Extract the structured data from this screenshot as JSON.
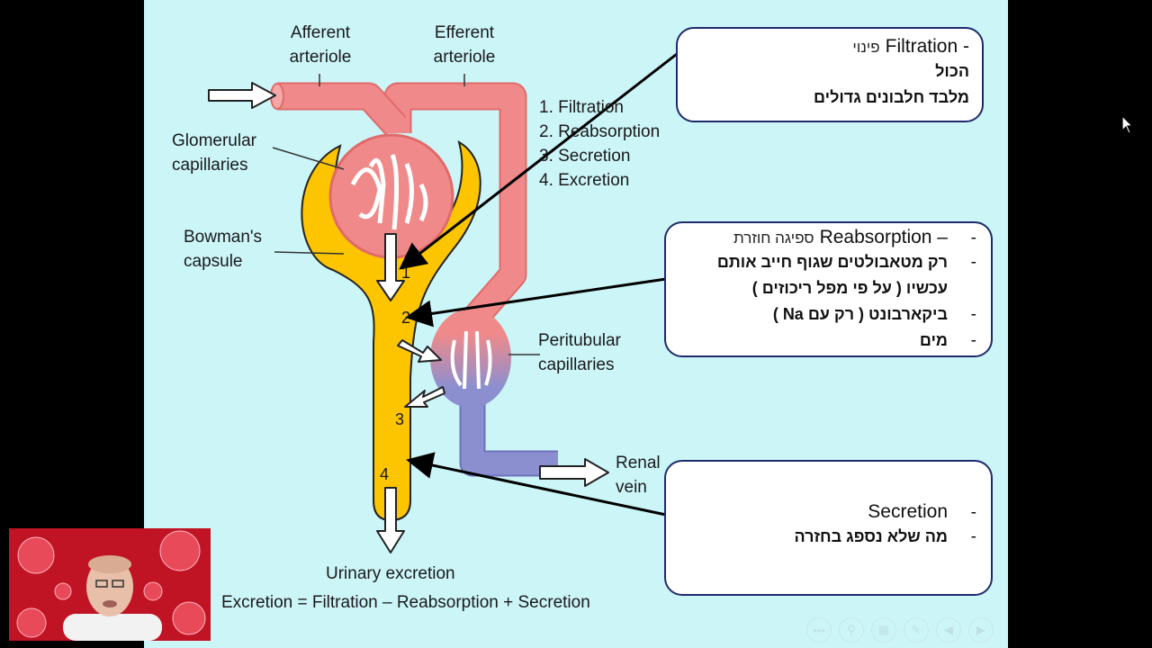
{
  "slide": {
    "labels": {
      "afferent": "Afferent\narteriole",
      "efferent": "Efferent\narteriole",
      "glomerular": "Glomerular\ncapillaries",
      "bowmans": "Bowman's\ncapsule",
      "peritubular": "Peritubular\ncapillaries",
      "renal_vein": "Renal\nvein",
      "urinary": "Urinary excretion",
      "equation": "Excretion = Filtration – Reabsorption + Secretion"
    },
    "steps": [
      "1. Filtration",
      "2. Reabsorption",
      "3. Secretion",
      "4. Excretion"
    ],
    "markers": [
      "1",
      "2",
      "3",
      "4"
    ],
    "boxes": {
      "filtration": {
        "title_en": "Filtration -",
        "title_he": "פינוי",
        "lines": [
          "הכול",
          "מלבד חלבונים גדולים"
        ]
      },
      "reabsorption": {
        "title_en": "Reabsorption –",
        "title_he": "ספיגה חוזרת",
        "lines": [
          "רק מטאבולטים שגוף חייב אותם",
          "עכשיו ( על פי מפל ריכוזים )",
          "ביקארבונט ( רק עם Na )",
          "מים"
        ]
      },
      "secretion": {
        "title_en": "Secretion",
        "lines": [
          "מה שלא נספג בחזרה"
        ]
      }
    },
    "dash": "-"
  },
  "colors": {
    "slide_bg": "#ccf5f8",
    "artery": "#f08a8a",
    "artery_dark": "#e16a6a",
    "vein": "#8b8fd0",
    "capsule": "#fcc500",
    "box_border": "#1f2a6b"
  },
  "icons": {
    "cursor": "mouse-pointer-icon",
    "nav": [
      "more-icon",
      "zoom-icon",
      "slides-icon",
      "pen-icon",
      "prev-icon",
      "next-icon"
    ]
  },
  "webcam": {
    "description_icon": "webcam-presenter"
  }
}
